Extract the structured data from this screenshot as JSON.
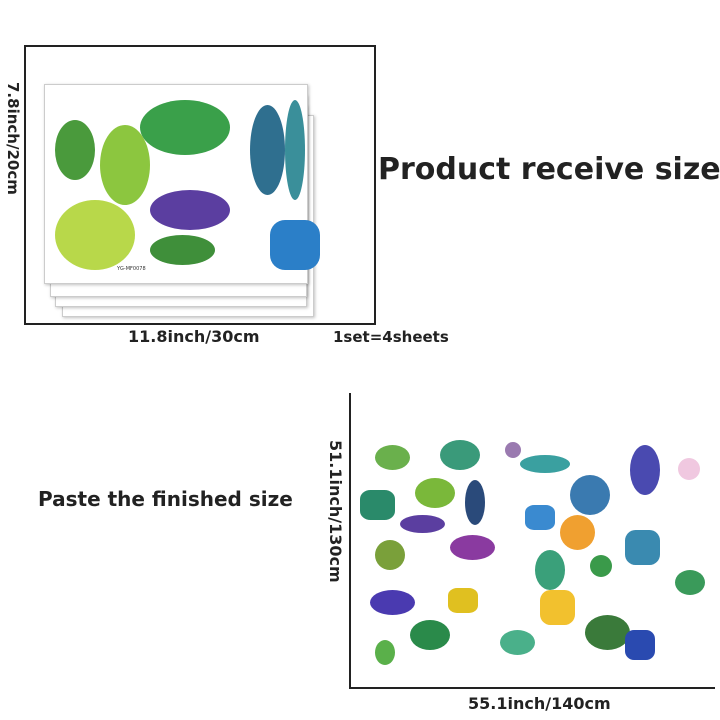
{
  "top": {
    "height_label": "7.8inch/20cm",
    "width_label": "11.8inch/30cm",
    "set_label": "1set=4sheets",
    "title": "Product receive size",
    "sheet_code": "YG-MF0078"
  },
  "bottom": {
    "title": "Paste the finished size",
    "height_label": "51.1inch/130cm",
    "width_label": "55.1inch/140cm"
  },
  "colors": {
    "green": "#5aa832",
    "blue": "#2b5fa8",
    "purple": "#5b3ea0",
    "leaf": "#3f8f3a",
    "yellow": "#f2c12e"
  }
}
